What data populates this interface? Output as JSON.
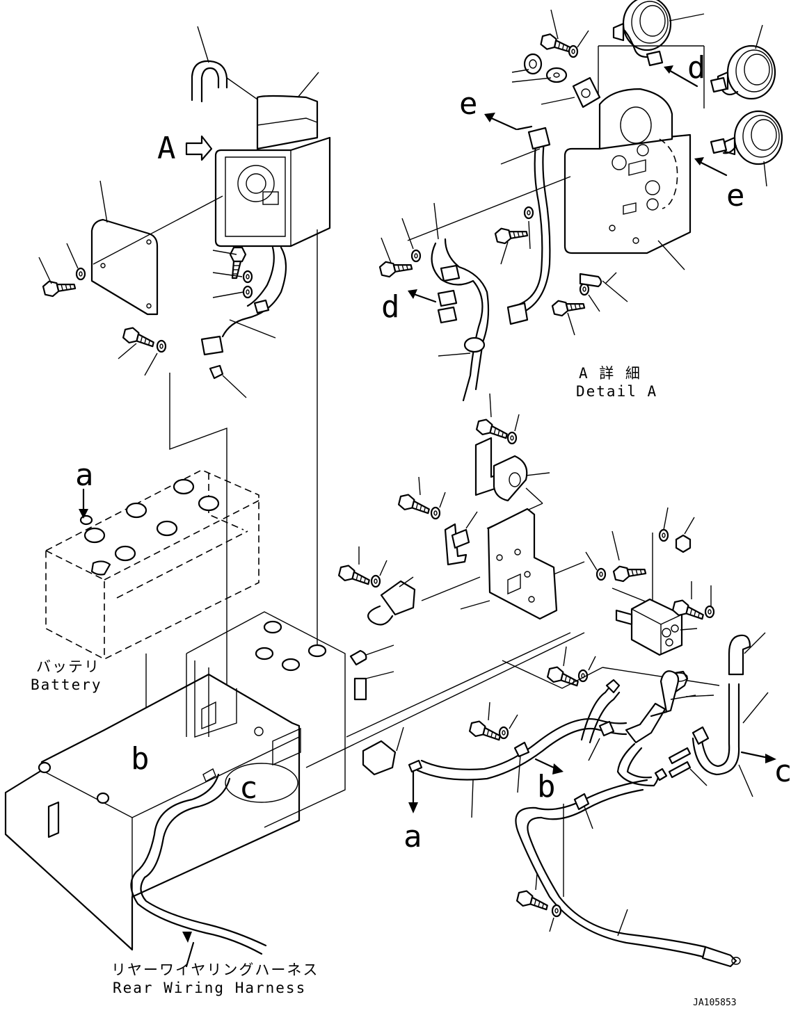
{
  "callouts": {
    "view_A": "A",
    "a_top": "a",
    "a_bottom": "a",
    "b_left": "b",
    "b_right": "b",
    "c_left": "c",
    "c_right": "c",
    "d_top": "d",
    "d_left": "d",
    "e_top": "e",
    "e_right": "e"
  },
  "captions": {
    "detail_jp": "A 詳 細",
    "detail_en": "Detail A",
    "battery_jp": "バッテリ",
    "battery_en": "Battery",
    "harness_jp": "リヤーワイヤリングハーネス",
    "harness_en": "Rear Wiring Harness"
  },
  "figure_code": "JA105853"
}
